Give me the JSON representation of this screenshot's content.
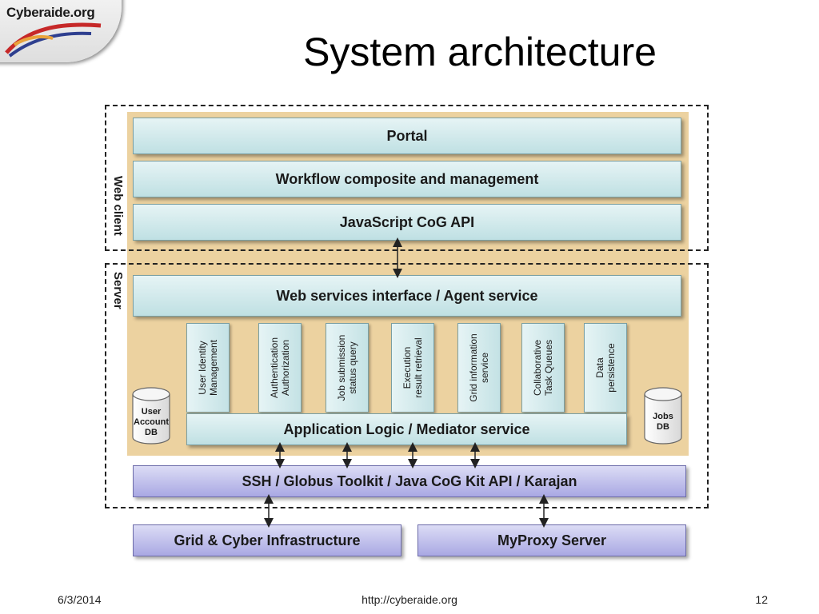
{
  "logo": {
    "text": "Cyberaide.org"
  },
  "title": "System architecture",
  "diagram": {
    "web_client_label": "Web client",
    "server_label": "Server",
    "portal": "Portal",
    "workflow": "Workflow composite and management",
    "js_api": "JavaScript CoG API",
    "web_services": "Web services interface / Agent service",
    "services": [
      {
        "line1": "User Identity",
        "line2": "Management"
      },
      {
        "line1": "Authentication",
        "line2": "Authorization"
      },
      {
        "line1": "Job submission",
        "line2": "status query"
      },
      {
        "line1": "Execution",
        "line2": "result retrieval"
      },
      {
        "line1": "Grid information",
        "line2": "service"
      },
      {
        "line1": "Collaborative",
        "line2": "Task Queues"
      },
      {
        "line1": "Data",
        "line2": "persistence"
      }
    ],
    "user_db": {
      "line1": "User",
      "line2": "Account",
      "line3": "DB"
    },
    "jobs_db": {
      "line1": "Jobs",
      "line2": "DB"
    },
    "app_logic": "Application Logic / Mediator service",
    "ssh": "SSH / Globus Toolkit / Java CoG Kit API / Karajan",
    "grid": "Grid & Cyber Infrastructure",
    "myproxy": "MyProxy Server"
  },
  "footer": {
    "date": "6/3/2014",
    "url": "http://cyberaide.org",
    "page": "12"
  }
}
